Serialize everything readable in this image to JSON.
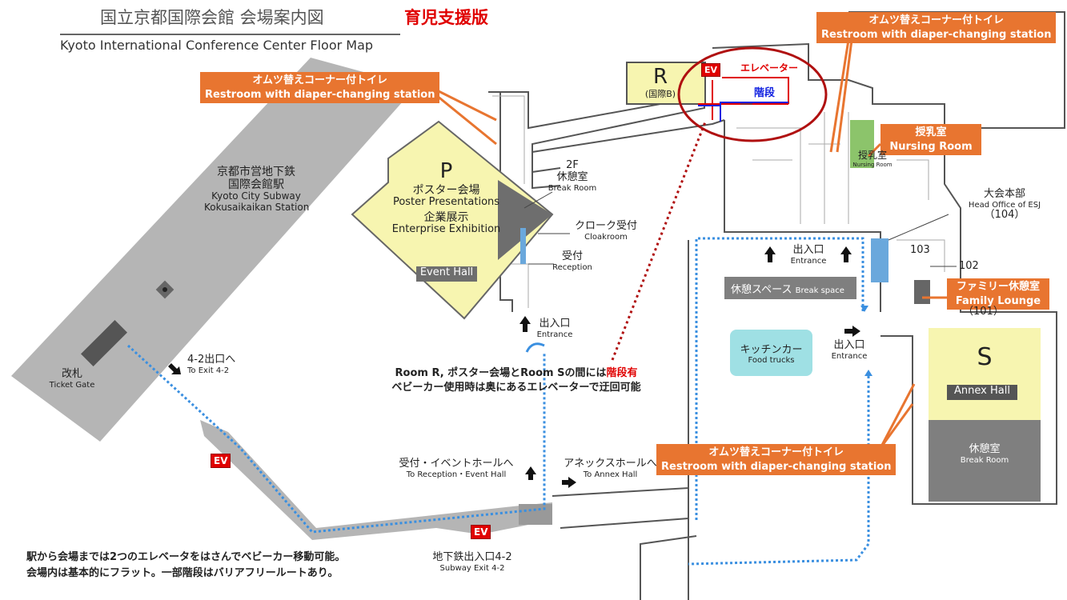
{
  "header": {
    "title_jp": "国立京都国際会館 会場案内図",
    "title_en": "Kyoto International Conference Center Floor Map",
    "edition": "育児支援版"
  },
  "station": {
    "jp1": "京都市営地下鉄",
    "jp2": "国際会館駅",
    "en1": "Kyoto City Subway",
    "en2": "Kokusaikaikan Station",
    "gate_jp": "改札",
    "gate_en": "Ticket Gate",
    "exit42_jp": "4-2出口へ",
    "exit42_en": "To Exit 4-2",
    "subway_exit_jp": "地下鉄出入口4-2",
    "subway_exit_en": "Subway Exit 4-2"
  },
  "ev_label": "EV",
  "callouts": {
    "restroom_jp": "オムツ替えコーナー付トイレ",
    "restroom_en": "Restroom with diaper-changing station",
    "nursing_jp": "授乳室",
    "nursing_en": "Nursing Room",
    "family_jp": "ファミリー休憩室",
    "family_en": "Family Lounge"
  },
  "hall_p": {
    "letter": "P",
    "jp1": "ポスター会場",
    "en1": "Poster Presentations",
    "jp2": "企業展示",
    "en2": "Enterprise Exhibition",
    "name": "Event Hall"
  },
  "hall_r": {
    "letter": "R",
    "sub": "(国際B)"
  },
  "hall_s": {
    "letter": "S",
    "name": "Annex Hall",
    "break_jp": "休憩室",
    "break_en": "Break Room"
  },
  "labels": {
    "floor2": "2F",
    "break_jp": "休憩室",
    "break_en": "Break Room",
    "cloak_jp": "クローク受付",
    "cloak_en": "Cloakroom",
    "recep_jp": "受付",
    "recep_en": "Reception",
    "entrance_jp": "出入口",
    "entrance_en": "Entrance",
    "breakspace_jp": "休憩スペース",
    "breakspace_en": "Break space",
    "kitchen_jp": "キッチンカー",
    "kitchen_en": "Food trucks",
    "head_jp": "大会本部",
    "head_en": "Head Office of ESJ",
    "head_no": "（104）",
    "r103": "103",
    "r102": "102",
    "r101": "（101）",
    "nursing_map": "授乳室",
    "nursing_map_en": "Nursing Room",
    "elevator": "エレベーター",
    "stairs": "階段",
    "to_recep_jp": "受付・イベントホールへ",
    "to_recep_en": "To Reception・Event Hall",
    "to_annex_jp": "アネックスホールへ",
    "to_annex_en": "To Annex Hall"
  },
  "notes": {
    "stairs_line1_a": "Room R, ポスター会場とRoom Sの間には",
    "stairs_line1_b": "階段有",
    "stairs_line2": "ベビーカー使用時は奥にあるエレベーターで迂回可能",
    "bottom1": "駅から会場までは2つのエレベータをはさんでベビーカー移動可能。",
    "bottom2": "会場内は基本的にフラット。一部階段はバリアフリールートあり。"
  },
  "colors": {
    "orange": "#e87530",
    "red": "#e00000",
    "yellow": "#f7f5b0",
    "blue_route": "#3a8fe0",
    "ellipse": "#b01010"
  }
}
